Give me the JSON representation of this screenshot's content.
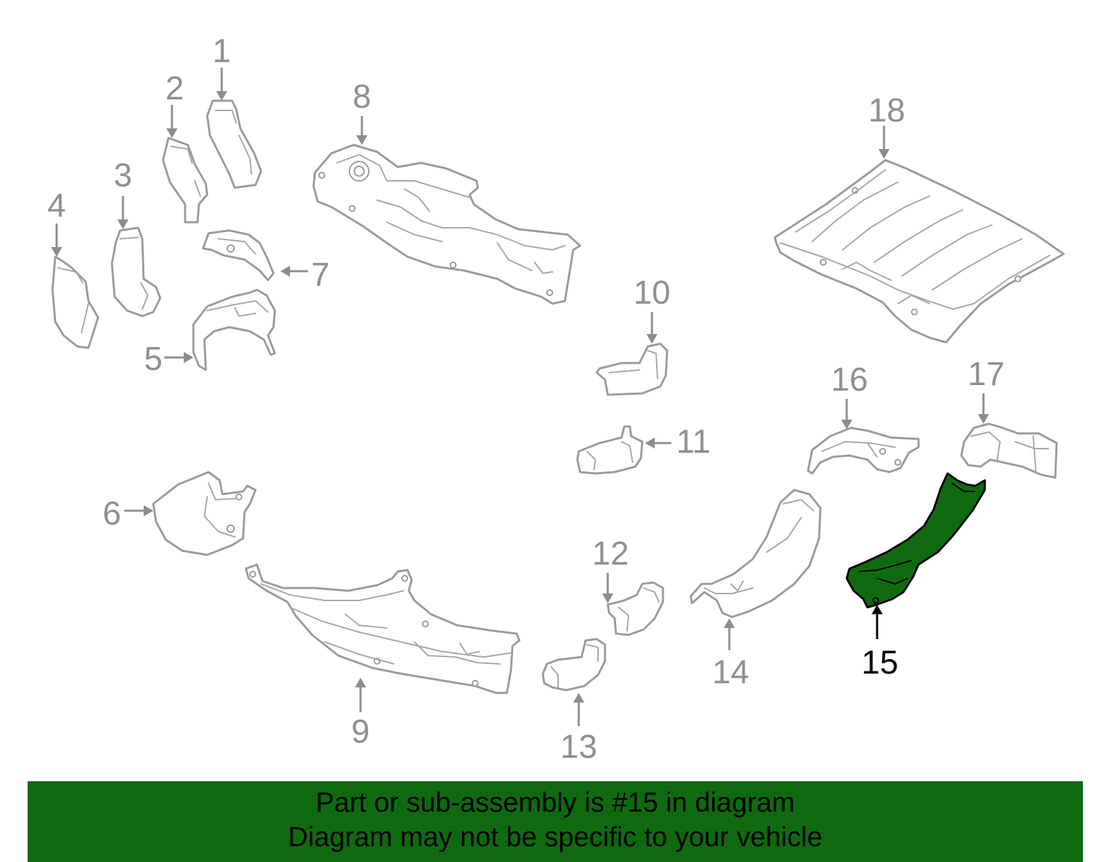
{
  "diagram": {
    "callouts": [
      "1",
      "2",
      "3",
      "4",
      "5",
      "6",
      "7",
      "8",
      "9",
      "10",
      "11",
      "12",
      "13",
      "14",
      "15",
      "16",
      "17",
      "18"
    ],
    "highlighted_part": "15",
    "highlight_color": "#0f6a0f",
    "part_color": "#9a9a9a"
  },
  "banner": {
    "line1": "Part or sub-assembly is #15 in diagram",
    "line2": "Diagram may not be specific to your vehicle",
    "background": "#0f6a0f"
  }
}
